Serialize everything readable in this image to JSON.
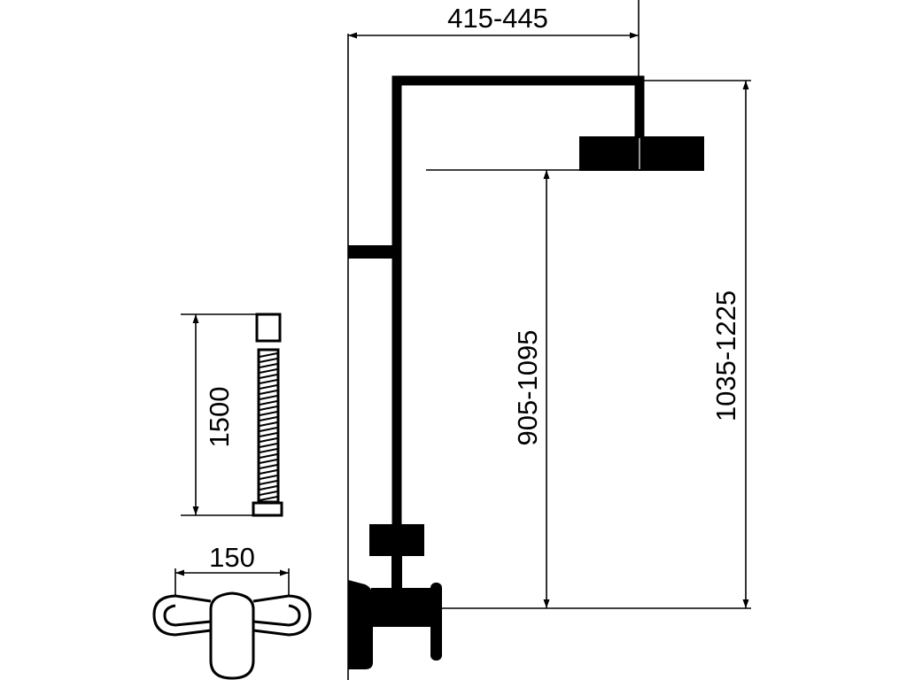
{
  "dimensions": {
    "arm_reach": "415-445",
    "head_height": "905-1095",
    "arm_height": "1035-1225",
    "hose_length": "1500",
    "mixer_spacing": "150"
  },
  "colors": {
    "line": "#000000",
    "background": "#ffffff"
  }
}
